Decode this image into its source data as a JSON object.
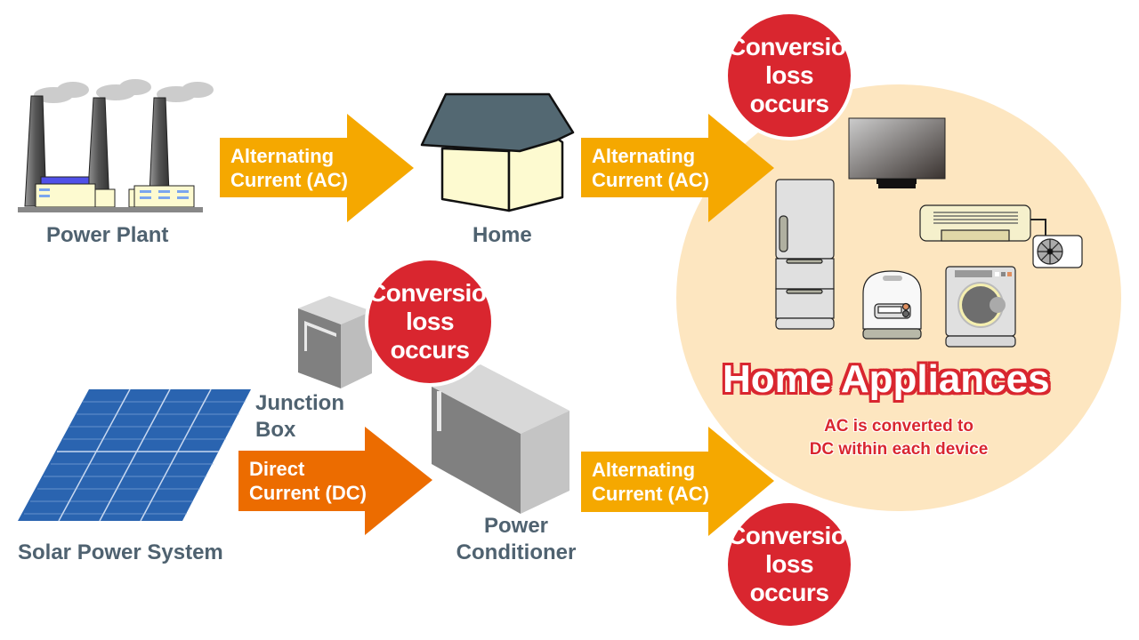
{
  "nodes": {
    "power_plant": "Power Plant",
    "home": "Home",
    "solar": "Solar Power System",
    "junction_box": [
      "Junction",
      "Box"
    ],
    "power_conditioner": [
      "Power",
      "Conditioner"
    ]
  },
  "arrows": {
    "plant_to_home": [
      "Alternating",
      "Current (AC)"
    ],
    "home_to_appliances": [
      "Alternating",
      "Current (AC)"
    ],
    "solar_to_conditioner": [
      "Direct",
      "Current (DC)"
    ],
    "conditioner_to_appliances": [
      "Alternating",
      "Current (AC)"
    ]
  },
  "badges": {
    "top": [
      "Conversion",
      "loss",
      "occurs"
    ],
    "middle": [
      "Conversion",
      "loss",
      "occurs"
    ],
    "bottom": [
      "Conversion",
      "loss",
      "occurs"
    ]
  },
  "appliances": {
    "title": "Home Appliances",
    "subtitle": [
      "AC is converted to",
      "DC within each device"
    ],
    "items": [
      "refrigerator",
      "television",
      "air-conditioner",
      "outdoor-unit",
      "rice-cooker",
      "washing-machine"
    ]
  },
  "colors": {
    "ac_arrow": "#f5a800",
    "dc_arrow": "#ec6c00",
    "badge": "#d9262f",
    "appliance_circle": "#fde6c0",
    "label_text": "#4f6270"
  }
}
